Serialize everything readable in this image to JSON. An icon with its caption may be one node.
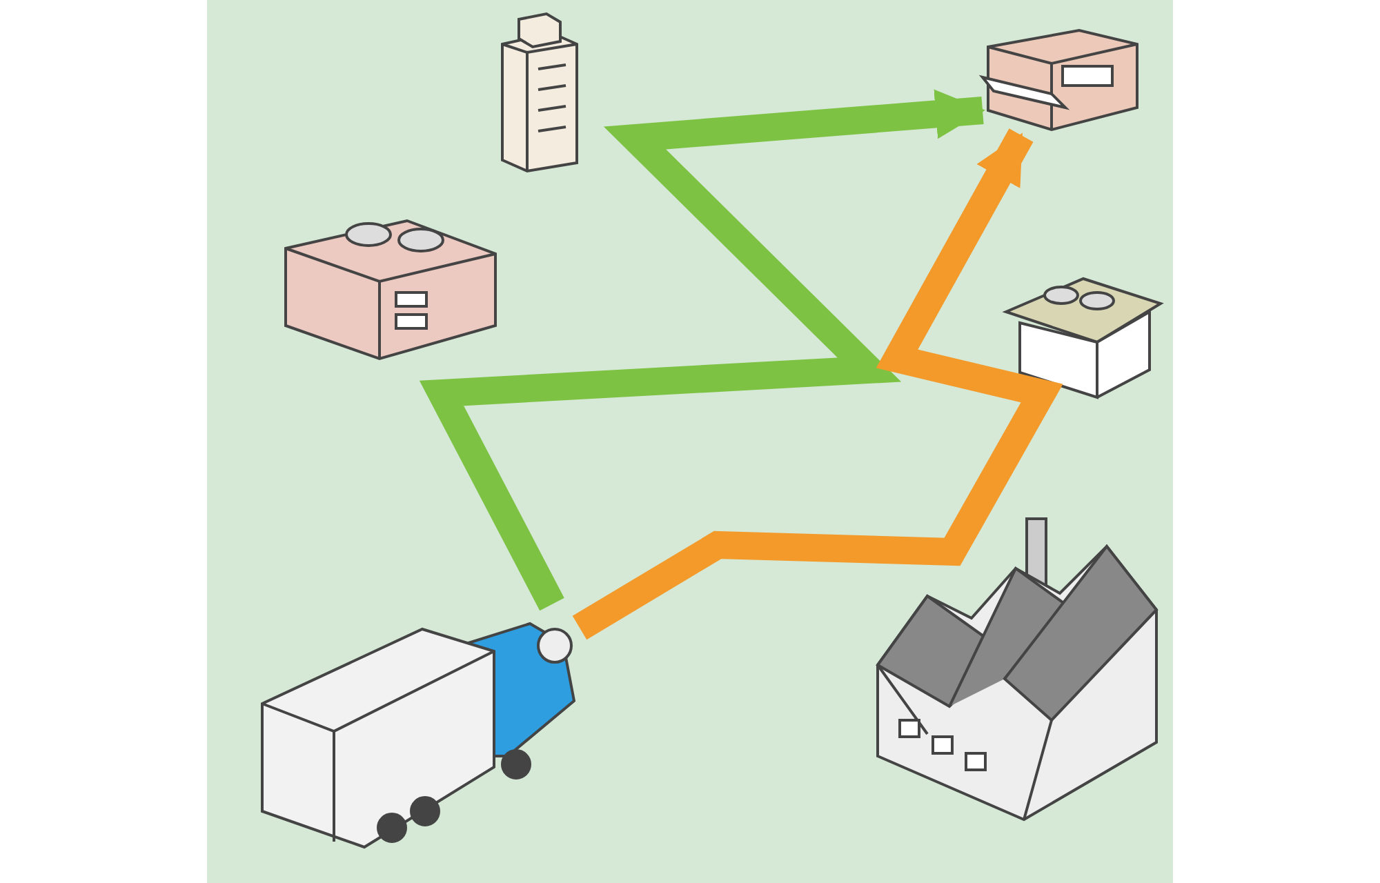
{
  "diagram": {
    "nodes": [
      {
        "text": [],
        "shape": "picture"
      },
      {
        "text": [],
        "shape": "picture"
      },
      {
        "text": [],
        "shape": "picture"
      },
      {
        "text": [],
        "shape": "picture"
      },
      {
        "text": [],
        "shape": "picture"
      },
      {
        "text": [],
        "shape": "picture"
      }
    ],
    "edges": [
      {
        "from": 5,
        "to": 1,
        "arrow": "to",
        "color": "#7dc243"
      },
      {
        "from": 5,
        "to": 1,
        "arrow": "to",
        "color": "#f39a2b"
      }
    ]
  }
}
